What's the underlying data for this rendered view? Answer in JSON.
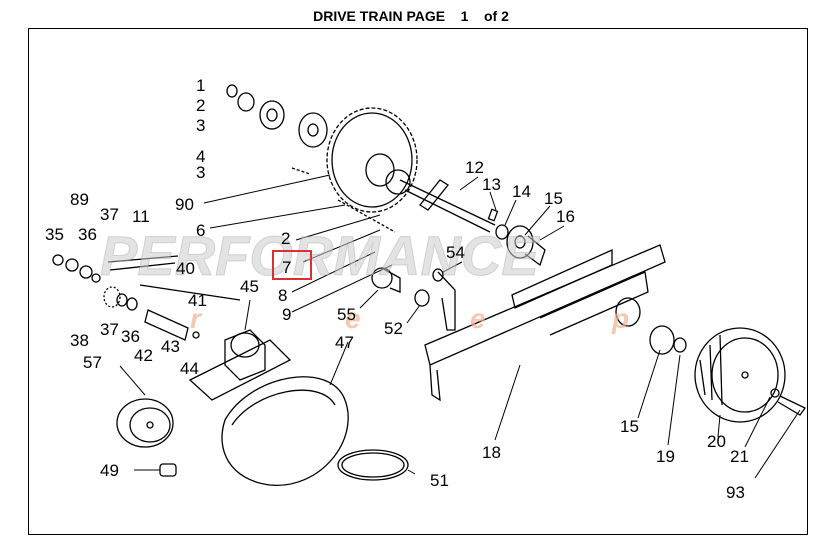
{
  "page_title": "DRIVE TRAIN PAGE    1    of 2",
  "watermark": {
    "main": "PERFORMANCE",
    "letters": [
      "r",
      "e",
      "e",
      "p"
    ]
  },
  "colors": {
    "line": "#000000",
    "watermark": "#cccccc",
    "watermark_letters": "#f0b090",
    "highlight": "#d93030"
  },
  "callouts": [
    "1",
    "2",
    "3",
    "4",
    "3",
    "90",
    "6",
    "2",
    "7",
    "8",
    "9",
    "12",
    "13",
    "14",
    "15",
    "16",
    "54",
    "55",
    "52",
    "89",
    "37",
    "11",
    "35",
    "36",
    "40",
    "41",
    "45",
    "47",
    "38",
    "37",
    "36",
    "42",
    "43",
    "44",
    "57",
    "49",
    "51",
    "18",
    "15",
    "19",
    "20",
    "21",
    "93"
  ],
  "highlighted_part": "7"
}
